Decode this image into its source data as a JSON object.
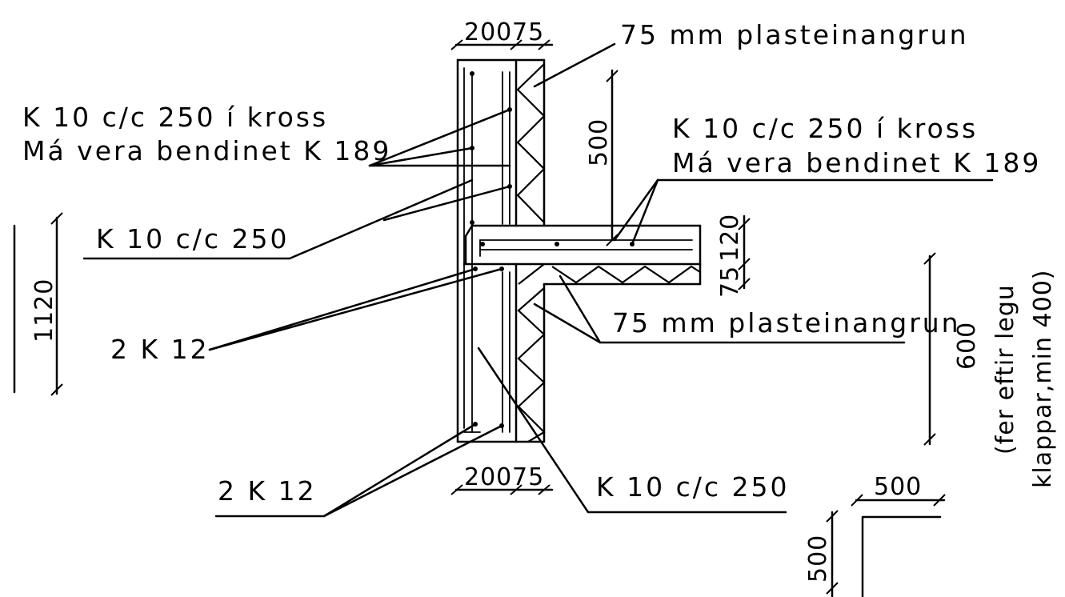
{
  "labels": {
    "insulation_top": "75 mm plasteinangrun",
    "insulation_mid": "75 mm plasteinangrun",
    "rebar_cross_left_1": "K 10 c/c 250 í kross",
    "rebar_cross_left_2": "Má vera bendinet K 189",
    "rebar_cross_right_1": "K 10 c/c 250 í kross",
    "rebar_cross_right_2": "Má vera bendinet K 189",
    "rebar_250_upper": "K 10 c/c 250",
    "rebar_250_lower": "K 10 c/c 250",
    "bars_2k12_upper": "2 K 12",
    "bars_2k12_lower": "2 K 12"
  },
  "dimensions": {
    "top_wall": "200",
    "top_ins": "75",
    "bottom_wall": "200",
    "bottom_ins": "75",
    "height_left": "1120",
    "wall_above_slab": "500",
    "slab_thickness": "120",
    "slab_insulation": "75",
    "depth_right": "600",
    "depth_note_1": "(fer eftir legu",
    "depth_note_2": "klappar,min 400)",
    "hook_horizontal": "500",
    "hook_vertical": "500"
  }
}
